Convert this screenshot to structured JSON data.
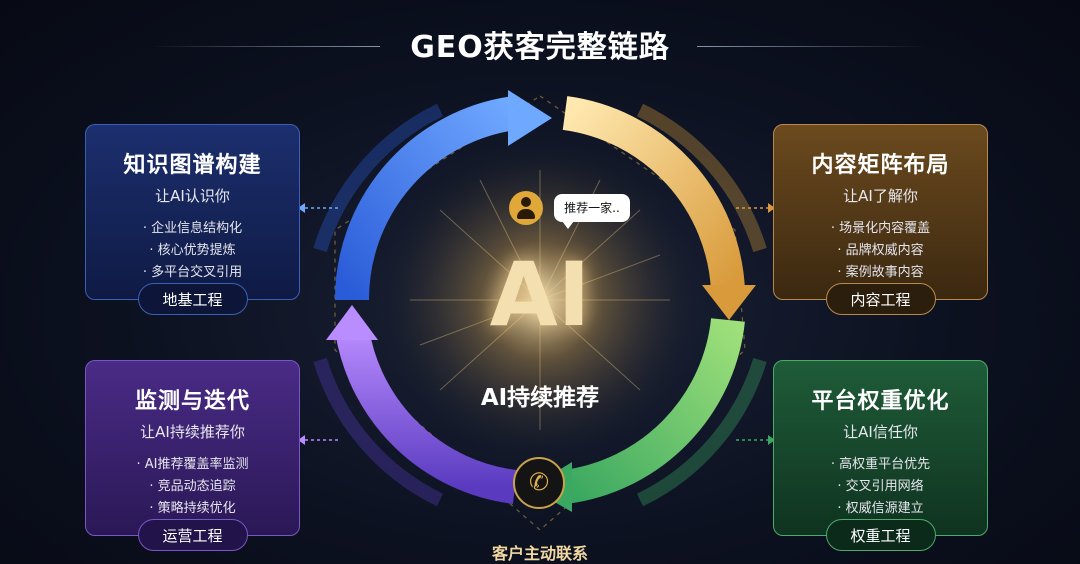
{
  "title": "GEO获客完整链路",
  "center": {
    "main": "AI",
    "subtitle": "AI持续推荐",
    "bubble_text": "推荐一家..",
    "bottom_label": "客户主动联系"
  },
  "cards": {
    "tl": {
      "heading": "知识图谱构建",
      "subheading": "让AI认识你",
      "items": [
        "企业信息结构化",
        "核心优势提炼",
        "多平台交叉引用"
      ],
      "pill": "地基工程",
      "color": "#3b5fb8"
    },
    "tr": {
      "heading": "内容矩阵布局",
      "subheading": "让AI了解你",
      "items": [
        "场景化内容覆盖",
        "品牌权威内容",
        "案例故事内容"
      ],
      "pill": "内容工程",
      "color": "#b8894a"
    },
    "bl": {
      "heading": "监测与迭代",
      "subheading": "让AI持续推荐你",
      "items": [
        "AI推荐覆盖率监测",
        "竞品动态追踪",
        "策略持续优化"
      ],
      "pill": "运营工程",
      "color": "#7a55c8"
    },
    "br": {
      "heading": "平台权重优化",
      "subheading": "让AI信任你",
      "items": [
        "高权重平台优先",
        "交叉引用网络",
        "权威信源建立"
      ],
      "pill": "权重工程",
      "color": "#4caa6a"
    }
  },
  "icons": {
    "avatar": "user-avatar-icon",
    "phone": "phone-icon",
    "phone_glyph": "✆"
  }
}
